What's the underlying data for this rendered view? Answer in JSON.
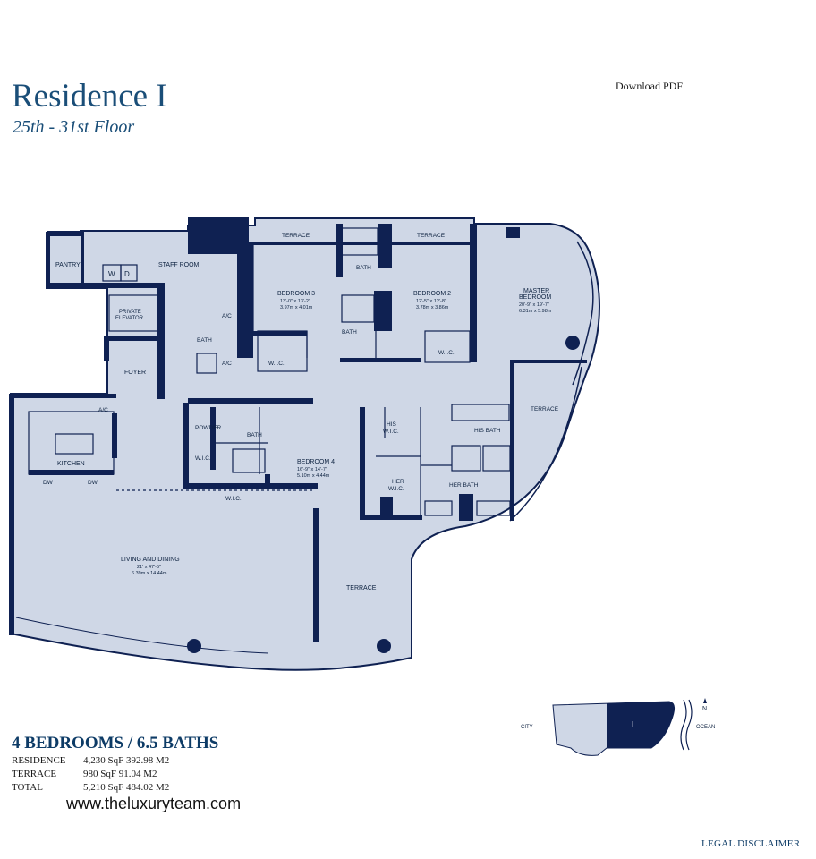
{
  "header": {
    "title": "Residence I",
    "subtitle": "25th - 31st Floor",
    "download_label": "Download PDF"
  },
  "rooms": {
    "pantry": "PANTRY",
    "staff_room": "STAFF ROOM",
    "washer": "W",
    "dryer": "D",
    "private_elevator_1": "PRIVATE",
    "private_elevator_2": "ELEVATOR",
    "foyer": "FOYER",
    "ac": "A/C",
    "bath": "BATH",
    "kitchen": "KITCHEN",
    "dw": "DW",
    "powder": "POWDER",
    "wic": "W.I.C.",
    "terrace": "TERRACE",
    "bedroom3": "BEDROOM 3",
    "bedroom3_dim1": "13'-0\" x 13'-2\"",
    "bedroom3_dim2": "3.97m x 4.01m",
    "bedroom2": "BEDROOM 2",
    "bedroom2_dim1": "12'-5\" x 12'-8\"",
    "bedroom2_dim2": "3.78m x 3.86m",
    "master1": "MASTER",
    "master2": "BEDROOM",
    "master_dim1": "20'-9\" x 19'-7\"",
    "master_dim2": "6.31m x 5.98m",
    "his_wic_1": "HIS",
    "his_wic_2": "W.I.C.",
    "his_bath": "HIS BATH",
    "her_wic_1": "HER",
    "her_wic_2": "W.I.C.",
    "her_bath": "HER BATH",
    "bedroom4": "BEDROOM 4",
    "bedroom4_dim1": "16'-9\" x 14'-7\"",
    "bedroom4_dim2": "5.10m x 4.44m",
    "living": "LIVING AND DINING",
    "living_dim1": "21' x 47'-5\"",
    "living_dim2": "6.39m x 14.44m"
  },
  "summary": {
    "headline": "4 BEDROOMS / 6.5 BATHS",
    "residence_label": "RESIDENCE",
    "residence_value": "4,230 SqF 392.98 M2",
    "terrace_label": "TERRACE",
    "terrace_value": "980 SqF 91.04 M2",
    "total_label": "TOTAL",
    "total_value": "5,210 SqF 484.02 M2"
  },
  "website": "www.theluxuryteam.com",
  "keyplan": {
    "city": "CITY",
    "ocean": "OCEAN",
    "unit": "I",
    "north": "N"
  },
  "footer": {
    "legal": "LEGAL DISCLAIMER"
  },
  "colors": {
    "navy": "#0f2152",
    "fill": "#cfd7e6",
    "title": "#1a4e78"
  }
}
